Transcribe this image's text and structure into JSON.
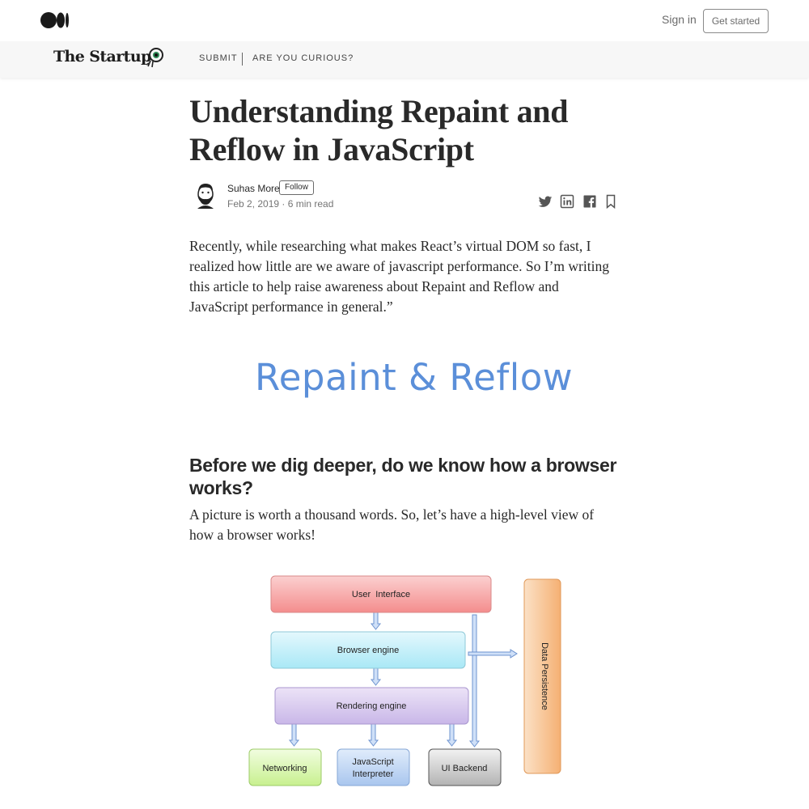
{
  "header": {
    "sign_in": "Sign in",
    "get_started": "Get started"
  },
  "publication": {
    "name": "The Startup",
    "nav": [
      "SUBMIT",
      "ARE YOU CURIOUS?"
    ]
  },
  "article": {
    "title": "Understanding Repaint and Reflow in JavaScript",
    "author": "Suhas More",
    "follow_label": "Follow",
    "meta": "Feb 2, 2019 · 6 min read",
    "intro": "Recently, while researching what makes React’s virtual DOM so fast, I realized how little are we aware of javascript performance. So I’m writing this article to help raise awareness about Repaint and Reflow and JavaScript performance in general.”",
    "hero_text": "Repaint & Reflow",
    "section_heading": "Before we dig deeper, do we know how a browser works?",
    "section_text": "A picture is worth a thousand words. So, let’s have a high-level view of how a browser works!"
  },
  "diagram": {
    "user_interface": "User  Interface",
    "browser_engine": "Browser engine",
    "rendering_engine": "Rendering engine",
    "networking": "Networking",
    "js_interpreter_line1": "JavaScript",
    "js_interpreter_line2": "Interpreter",
    "ui_backend": "UI Backend",
    "data_persistence": "Data Persistence"
  },
  "icons": {
    "medium": "medium-logo-icon",
    "twitter": "twitter-icon",
    "linkedin": "linkedin-icon",
    "facebook": "facebook-icon",
    "bookmark": "bookmark-icon"
  }
}
